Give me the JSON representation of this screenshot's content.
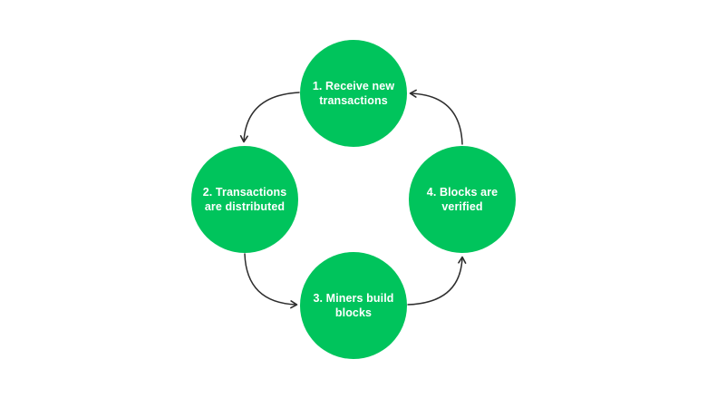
{
  "canvas": {
    "background_color": "#ffffff"
  },
  "diagram": {
    "type": "cycle",
    "direction": "counter-clockwise",
    "node_color": "#00C45C",
    "node_text_color": "#ffffff",
    "arrow_color": "#2d2d2d",
    "nodes": [
      {
        "id": "1",
        "position": "top",
        "label": "1. Receive new transactions",
        "line1": "1. Receive new",
        "line2": "transactions"
      },
      {
        "id": "2",
        "position": "left",
        "label": "2. Transactions are distributed",
        "line1": "2. Transactions",
        "line2": "are distributed"
      },
      {
        "id": "3",
        "position": "bottom",
        "label": "3. Miners build blocks",
        "line1": "3. Miners build",
        "line2": "blocks"
      },
      {
        "id": "4",
        "position": "right",
        "label": "4. Blocks are verified",
        "line1": "4. Blocks are",
        "line2": "verified"
      }
    ],
    "arrows": [
      {
        "from": "1",
        "to": "2"
      },
      {
        "from": "2",
        "to": "3"
      },
      {
        "from": "3",
        "to": "4"
      },
      {
        "from": "4",
        "to": "1"
      }
    ]
  }
}
